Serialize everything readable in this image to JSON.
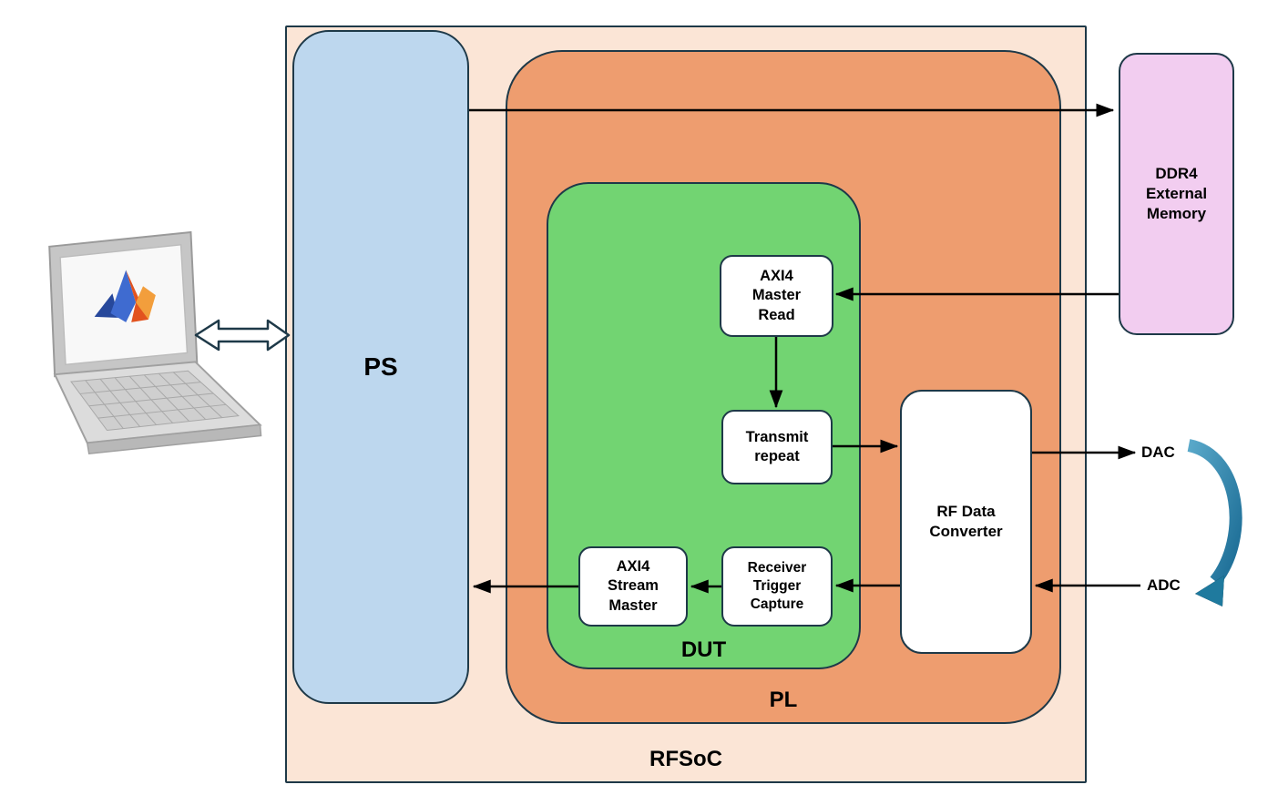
{
  "diagram": {
    "rfsoc_label": "RFSoC",
    "ps_label": "PS",
    "pl_label": "PL",
    "dut_label": "DUT",
    "blocks": {
      "axi4_master_read": "AXI4\nMaster\nRead",
      "transmit_repeat": "Transmit\nrepeat",
      "receiver_trigger_capture": "Receiver\nTrigger\nCapture",
      "axi4_stream_master": "AXI4\nStream\nMaster",
      "rf_data_converter": "RF Data\nConverter",
      "ddr4_memory": "DDR4\nExternal\nMemory"
    },
    "ports": {
      "dac": "DAC",
      "adc": "ADC"
    },
    "colors": {
      "rfsoc_bg": "#fbe5d6",
      "ps_bg": "#bdd7ee",
      "pl_bg": "#ee9d6f",
      "dut_bg": "#72d472",
      "ddr4_bg": "#f2cdf0",
      "border": "#1e3948",
      "arrow": "#000000",
      "loopback_arrow": "#2e86ab"
    }
  }
}
